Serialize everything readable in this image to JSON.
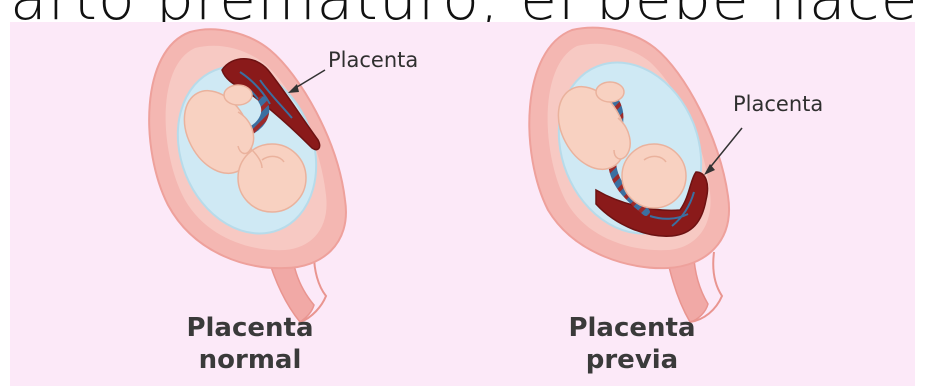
{
  "header": {
    "cut_text": "arto prematuro, el bebé nacerá p"
  },
  "left": {
    "callout": "Placenta",
    "caption_line1": "Placenta",
    "caption_line2": "normal"
  },
  "right": {
    "callout": "Placenta",
    "caption_line1": "Placenta",
    "caption_line2": "previa"
  },
  "colors": {
    "background": "#fce9f8",
    "uterus_wall": "#f4b7b2",
    "amniotic_fluid": "#cfe9f4",
    "fetus_skin": "#f8d1c1",
    "placenta": "#8a1a1a",
    "cord_blue": "#3b6fa0"
  }
}
